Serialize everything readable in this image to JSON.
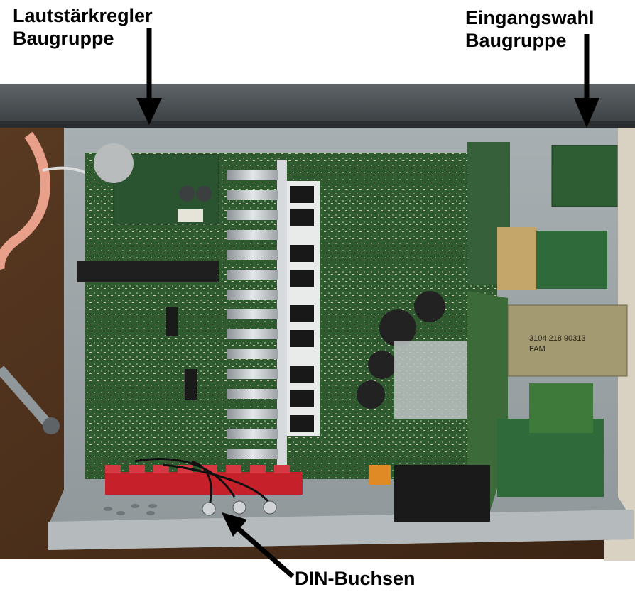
{
  "annotations": {
    "volume_control": {
      "line1": "Lautstärkregler",
      "line2": "Baugruppe"
    },
    "input_select": {
      "line1": "Eingangswahl",
      "line2": "Baugruppe"
    },
    "din_sockets": {
      "text": "DIN-Buchsen"
    }
  },
  "pcb_text": {
    "transformer_label_1": "3104 218 90313",
    "transformer_label_2": "FAM"
  },
  "colors": {
    "background": "#ffffff",
    "pcb_green": "#2f5a2f",
    "chassis_grey": "#9aa1a3",
    "heatsink": "#c9ccd0",
    "transformer": "#a69a6e",
    "connector_red": "#c8202a",
    "arrow": "#000000"
  }
}
